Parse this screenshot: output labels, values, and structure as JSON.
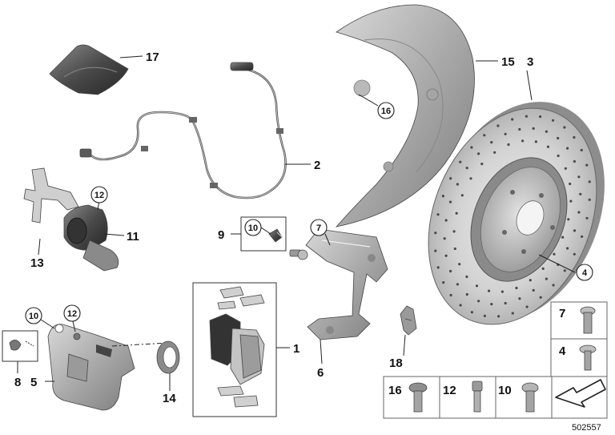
{
  "diagram": {
    "document_number": "502557",
    "callouts": {
      "c1": "1",
      "c2": "2",
      "c3": "3",
      "c4": "4",
      "c5": "5",
      "c6": "6",
      "c7": "7",
      "c8": "8",
      "c9": "9",
      "c10a": "10",
      "c10b": "10",
      "c11": "11",
      "c12a": "12",
      "c12b": "12",
      "c13": "13",
      "c14": "14",
      "c15": "15",
      "c16": "16",
      "c17": "17",
      "c18": "18"
    },
    "hardware_legend": {
      "r1": "7",
      "r2": "4",
      "b1": "16",
      "b2": "12",
      "b3": "10"
    }
  }
}
